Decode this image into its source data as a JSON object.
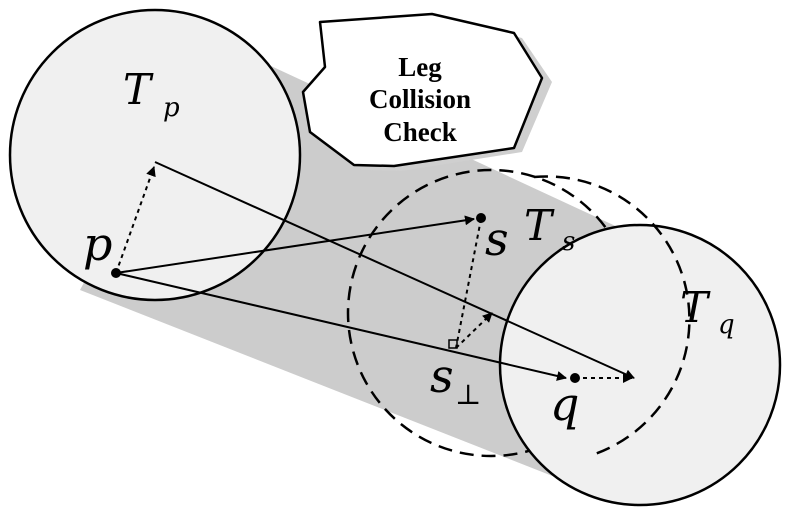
{
  "callout": {
    "lines": [
      "Leg",
      "Collision",
      "Check"
    ]
  },
  "labels": {
    "tp": {
      "main": "T",
      "sub": "p"
    },
    "ts": {
      "main": "T",
      "sub": "s"
    },
    "tq": {
      "main": "T",
      "sub": "q"
    },
    "p": "p",
    "s": "s",
    "q": "q",
    "s_perp": {
      "main": "s",
      "sub": "⊥"
    }
  },
  "colors": {
    "stroke": "#000000",
    "circle_fill": "#f0f0f0",
    "sweep_fill": "#cccccc",
    "callout_fill": "#ffffff"
  }
}
